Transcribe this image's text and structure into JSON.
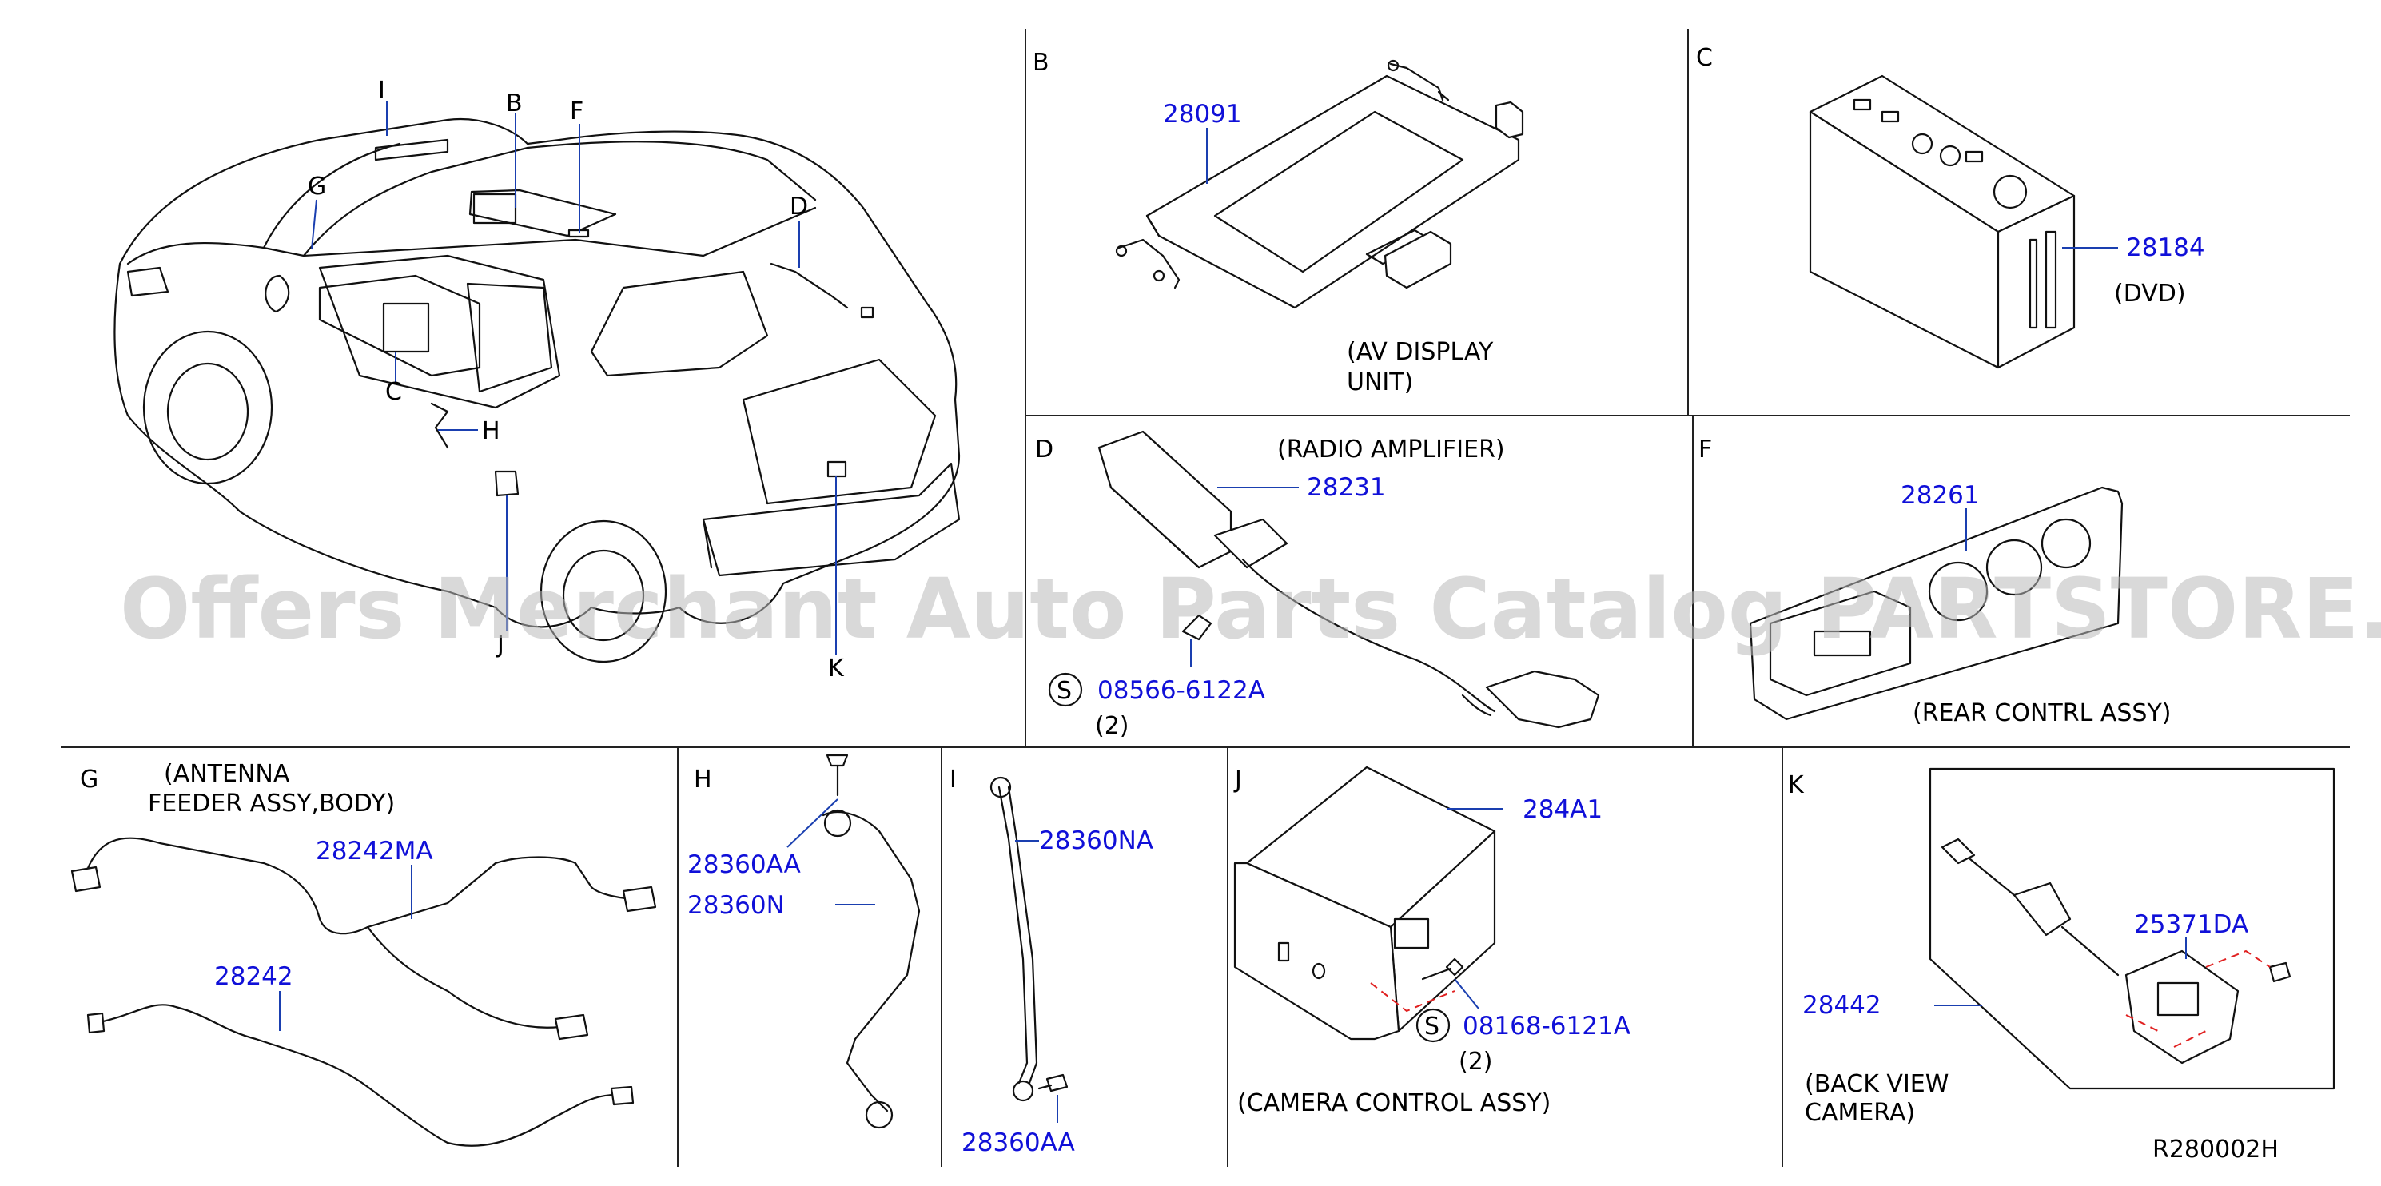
{
  "diagram_ref": "R280002H",
  "watermark": "Offers Merchant Auto Parts Catalog PARTSTORE.SA",
  "vehicle_callouts": [
    "I",
    "B",
    "F",
    "G",
    "D",
    "C",
    "H",
    "J",
    "K"
  ],
  "panels": {
    "B": {
      "letter": "B",
      "part": "28091",
      "caption_1": "(AV   DISPLAY",
      "caption_2": "UNIT)"
    },
    "C": {
      "letter": "C",
      "part": "28184",
      "caption_1": "(DVD)"
    },
    "D": {
      "letter": "D",
      "caption_1": "(RADIO   AMPLIFIER)",
      "part": "28231",
      "screw_symbol": "S",
      "screw": "08566-6122A",
      "qty": "(2)"
    },
    "F": {
      "letter": "F",
      "part": "28261",
      "caption_1": "(REAR   CONTRL   ASSY)"
    },
    "G": {
      "letter": "G",
      "caption_1": "(ANTENNA",
      "caption_2": "FEEDER   ASSY,BODY)",
      "part_1": "28242MA",
      "part_2": "28242"
    },
    "H": {
      "letter": "H",
      "part_1": "28360AA",
      "part_2": "28360N"
    },
    "I": {
      "letter": "I",
      "part_1": "28360NA",
      "part_2": "28360AA"
    },
    "J": {
      "letter": "J",
      "part": "284A1",
      "screw_symbol": "S",
      "screw": "08168-6121A",
      "qty": "(2)",
      "caption_1": "(CAMERA   CONTROL   ASSY)"
    },
    "K": {
      "letter": "K",
      "part_1": "25371DA",
      "part_2": "28442",
      "caption_1": "(BACK   VIEW",
      "caption_2": "CAMERA)"
    }
  }
}
